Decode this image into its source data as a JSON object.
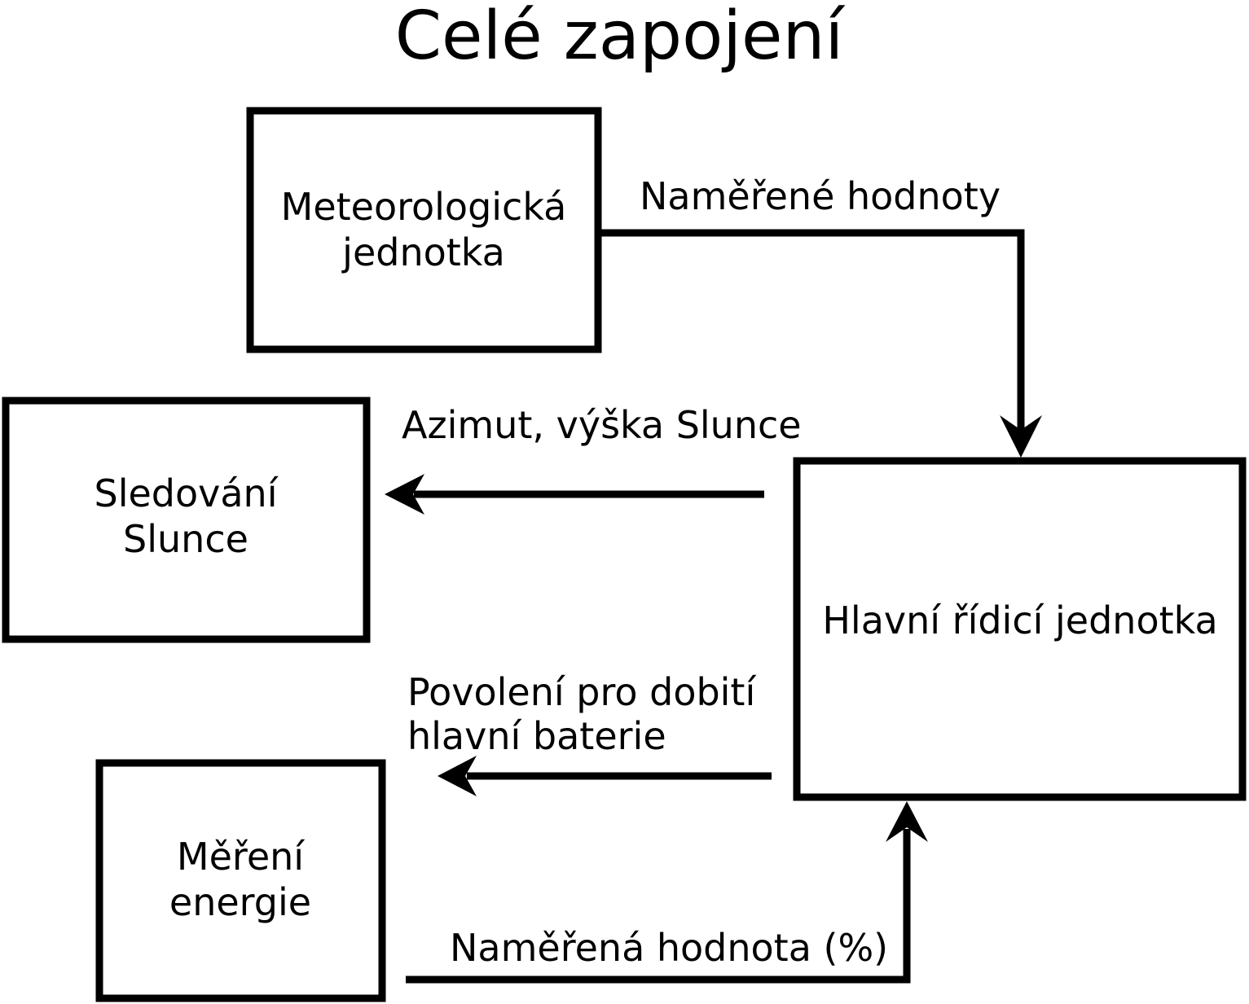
{
  "title": "Celé zapojení",
  "diagram": {
    "colors": {
      "stroke": "#000000",
      "background": "#ffffff",
      "text": "#000000"
    },
    "nodes": [
      {
        "id": "meteo-unit",
        "label_line1": "Meteorologická",
        "label_line2": "jednotka"
      },
      {
        "id": "sun-tracking",
        "label_line1": "Sledování",
        "label_line2": "Slunce"
      },
      {
        "id": "energy-meter",
        "label_line1": "Měření",
        "label_line2": "energie"
      },
      {
        "id": "main-control",
        "label": "Hlavní řídicí jednotka"
      }
    ],
    "edges": [
      {
        "id": "measured-values",
        "from": "meteo-unit",
        "to": "main-control",
        "label": "Naměřené hodnoty"
      },
      {
        "id": "sun-position",
        "from": "main-control",
        "to": "sun-tracking",
        "label": "Azimut, výška Slunce"
      },
      {
        "id": "charge-permission",
        "from": "main-control",
        "to": "energy-meter",
        "label_line1": "Povolení pro dobití",
        "label_line2": "hlavní baterie"
      },
      {
        "id": "measured-percent",
        "from": "energy-meter",
        "to": "main-control",
        "label": "Naměřená hodnota (%)"
      }
    ]
  }
}
